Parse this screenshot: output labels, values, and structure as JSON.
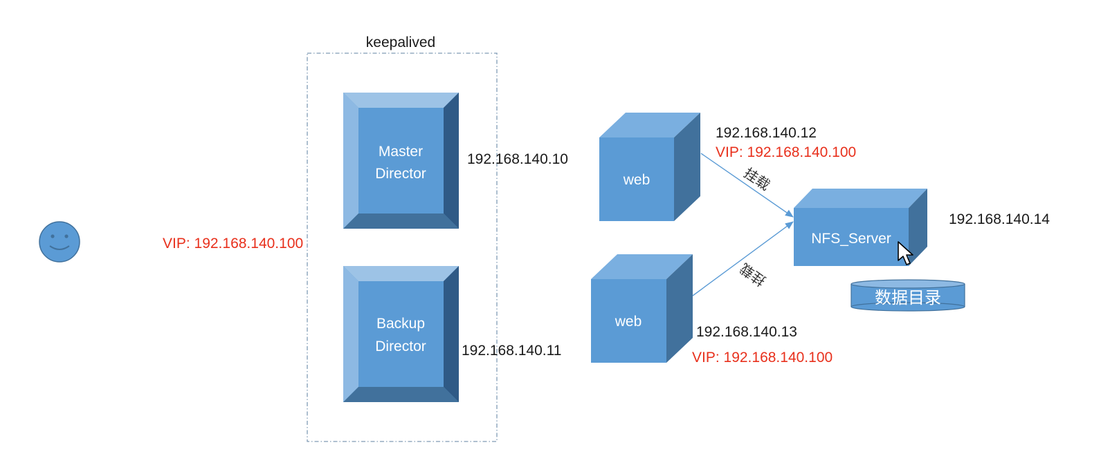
{
  "colors": {
    "box_fill": "#5b9bd5",
    "box_light": "#8db9e3",
    "box_dark": "#41719c",
    "box_darker": "#2f5a86",
    "edge": "#5b9bd5",
    "text_red": "#e8301c",
    "text_dark": "#1a1a1a",
    "group_border": "#7f9bb5"
  },
  "client": {
    "icon": "smiley-face-icon",
    "vip_label": "VIP: 192.168.140.100"
  },
  "keepalived_group": {
    "title": "keepalived"
  },
  "directors": {
    "master": {
      "line1": "Master",
      "line2": "Director",
      "ip": "192.168.140.10"
    },
    "backup": {
      "line1": "Backup",
      "line2": "Director",
      "ip": "192.168.140.11"
    }
  },
  "web_servers": [
    {
      "label": "web",
      "ip": "192.168.140.12",
      "vip": "VIP: 192.168.140.100"
    },
    {
      "label": "web",
      "ip": "192.168.140.13",
      "vip": "VIP: 192.168.140.100"
    }
  ],
  "nfs": {
    "label": "NFS_Server",
    "ip": "192.168.140.14",
    "data_dir_label": "数据目录"
  },
  "edges": [
    {
      "from": "web-1",
      "to": "nfs",
      "label": "挂载"
    },
    {
      "from": "web-2",
      "to": "nfs",
      "label": "挂载"
    }
  ]
}
